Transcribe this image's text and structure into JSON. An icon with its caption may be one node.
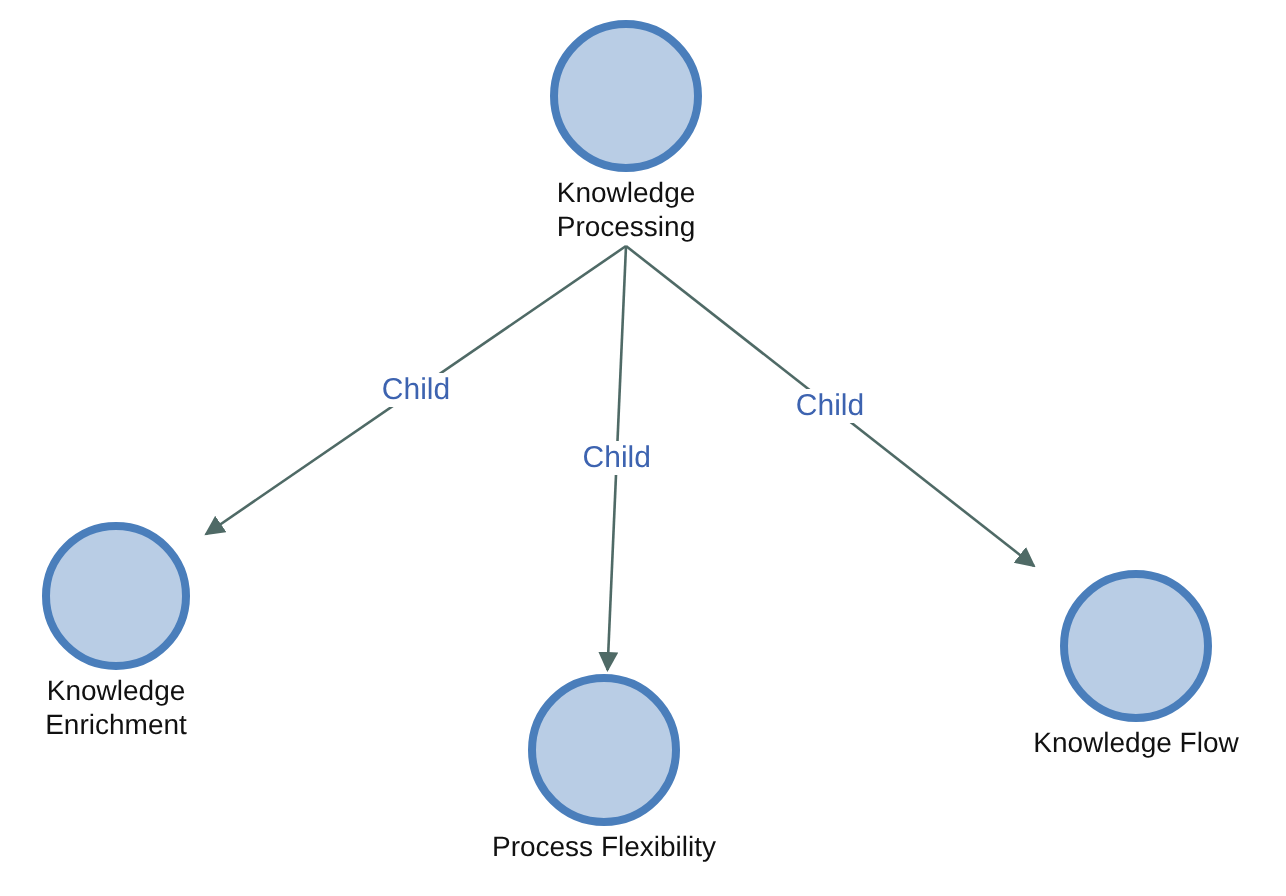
{
  "diagram": {
    "nodes": [
      {
        "text": [
          "Knowledge Processing"
        ]
      },
      {
        "text": [
          "Knowledge Enrichment"
        ]
      },
      {
        "text": [
          "Process Flexibility"
        ]
      },
      {
        "text": [
          "Knowledge Flow"
        ]
      }
    ],
    "edges": [
      {
        "from": 0,
        "to": 1,
        "arrow": "to",
        "label": "Child"
      },
      {
        "from": 0,
        "to": 2,
        "arrow": "to",
        "label": "Child"
      },
      {
        "from": 0,
        "to": 3,
        "arrow": "to",
        "label": "Child"
      }
    ]
  }
}
